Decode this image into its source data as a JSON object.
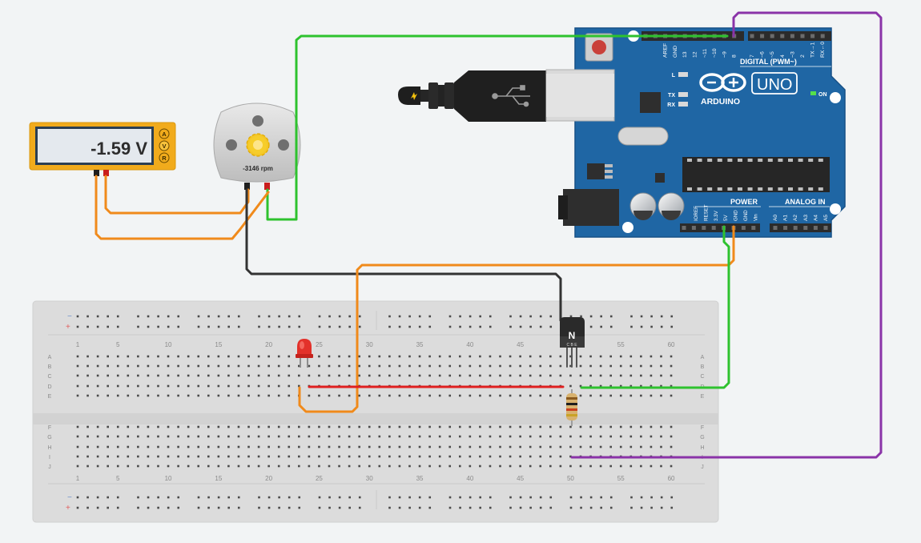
{
  "multimeter": {
    "reading": "-1.59 V",
    "modes": [
      "A",
      "V",
      "R"
    ],
    "selected_mode": "V"
  },
  "motor": {
    "speed_label": "-3146 rpm"
  },
  "transistor": {
    "type_label": "N",
    "pins_label": "C B E"
  },
  "arduino": {
    "brand": "ARDUINO",
    "model": "UNO",
    "on_label": "ON",
    "digital_header": "DIGITAL (PWM~)",
    "digital_pins": [
      "AREF",
      "GND",
      "13",
      "12",
      "~11",
      "~10",
      "~9",
      "8",
      "7",
      "~6",
      "~5",
      "4",
      "~3",
      "2",
      "TX→1",
      "RX←0"
    ],
    "power_header": "POWER",
    "power_pins": [
      "IOREF",
      "RESET",
      "3.3V",
      "5V",
      "GND",
      "GND",
      "Vin"
    ],
    "analog_header": "ANALOG IN",
    "analog_pins": [
      "A0",
      "A1",
      "A2",
      "A3",
      "A4",
      "A5"
    ],
    "led_labels": [
      "L",
      "TX",
      "RX"
    ]
  },
  "breadboard": {
    "column_numbers": [
      "1",
      "5",
      "10",
      "15",
      "20",
      "25",
      "30",
      "35",
      "40",
      "45",
      "50",
      "55",
      "60"
    ],
    "top_rows": [
      "A",
      "B",
      "C",
      "D",
      "E"
    ],
    "bottom_rows": [
      "F",
      "G",
      "H",
      "I",
      "J"
    ],
    "rail_minus": "−",
    "rail_plus": "+"
  },
  "colors": {
    "arduino_blue": "#1f66a4",
    "wire_green": "#2ec22e",
    "wire_orange": "#f08a1b",
    "wire_purple": "#8a33a8",
    "wire_black": "#333333",
    "wire_red": "#e02020",
    "multimeter_body": "#f1ab1c"
  }
}
